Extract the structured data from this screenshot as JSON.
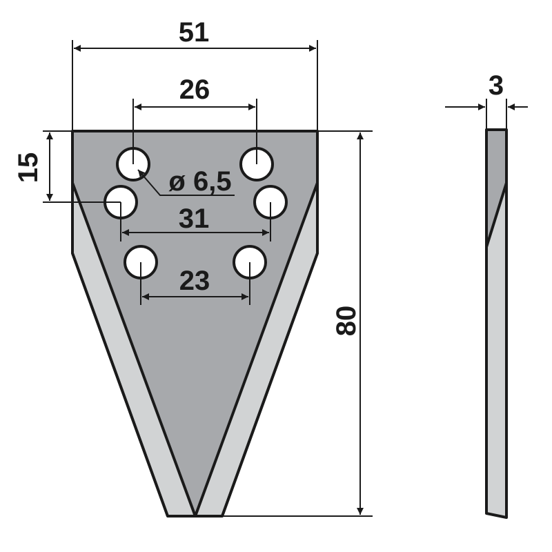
{
  "drawing": {
    "dimensions": {
      "overall_width": "51",
      "top_hole_spacing": "26",
      "middle_hole_spacing": "31",
      "bottom_hole_spacing": "23",
      "hole_row_offset": "15",
      "overall_length": "80",
      "thickness": "3",
      "hole_diameter": "ø 6,5"
    },
    "colors": {
      "blade_face": "#a7a9ac",
      "bevel": "#d1d3d4",
      "line": "#1a1a1a"
    }
  }
}
